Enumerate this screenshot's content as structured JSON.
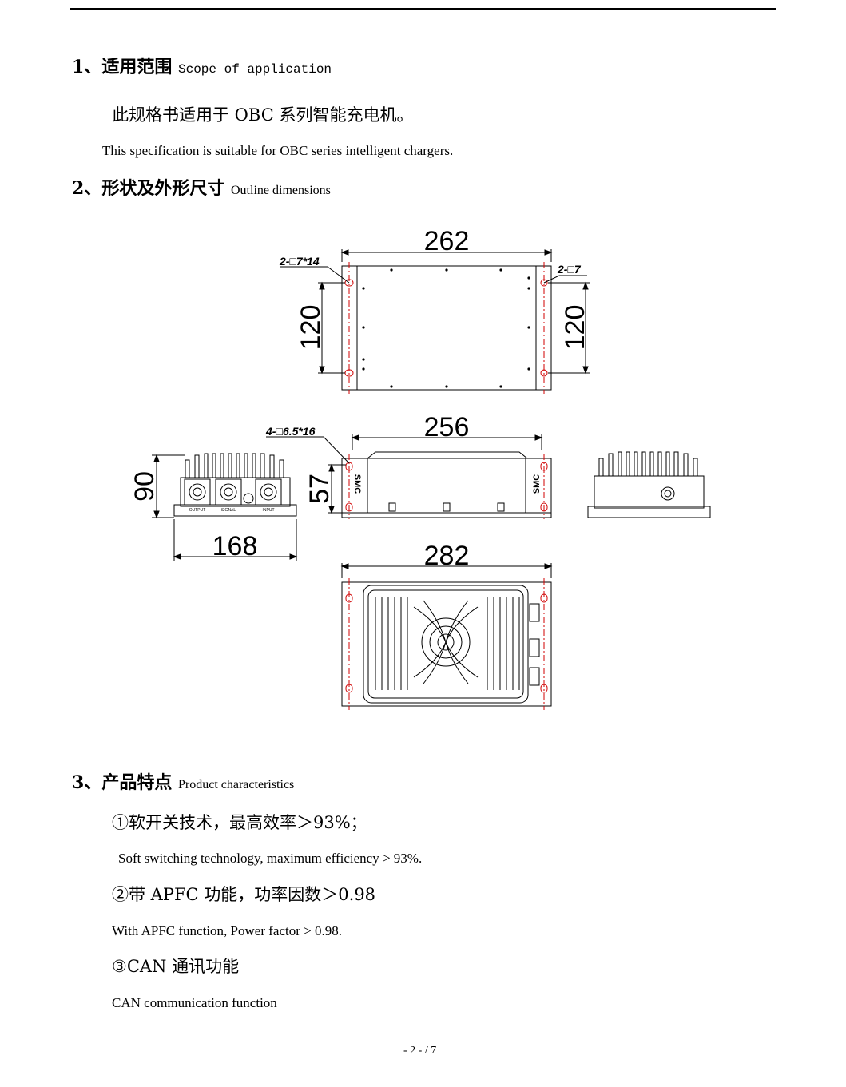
{
  "sections": [
    {
      "number": "1、",
      "title_cn": "适用范围",
      "title_en": "Scope of application",
      "body_cn": "此规格书适用于 OBC 系列智能充电机。",
      "body_en": "This specification is suitable for OBC series intelligent chargers."
    },
    {
      "number": "2、",
      "title_cn": "形状及外形尺寸",
      "title_en": "Outline dimensions"
    },
    {
      "number": "3、",
      "title_cn": "产品特点",
      "title_en": "Product characteristics",
      "features": [
        {
          "cn": "①软开关技术，最高效率＞93%；",
          "en": "Soft switching technology, maximum efficiency > 93%."
        },
        {
          "cn": "②带 APFC 功能，功率因数＞0.98",
          "en": "With APFC function, Power factor > 0.98."
        },
        {
          "cn": "③CAN 通讯功能",
          "en": "CAN communication function"
        }
      ]
    }
  ],
  "drawing": {
    "top_view": {
      "width": "262",
      "height_left": "120",
      "height_right": "120",
      "slot_label": "2-□7*14",
      "hole_label": "2-□7"
    },
    "front_view": {
      "length": "256",
      "height": "57",
      "hole_label": "4-□6.5*16",
      "brand": "SMC"
    },
    "side_view": {
      "height": "90",
      "width": "168",
      "port_labels": [
        "OUTPUT",
        "SIGNAL",
        "INPUT"
      ]
    },
    "bottom_view": {
      "width": "282"
    }
  },
  "footer": {
    "page": "- 2 - / 7"
  }
}
